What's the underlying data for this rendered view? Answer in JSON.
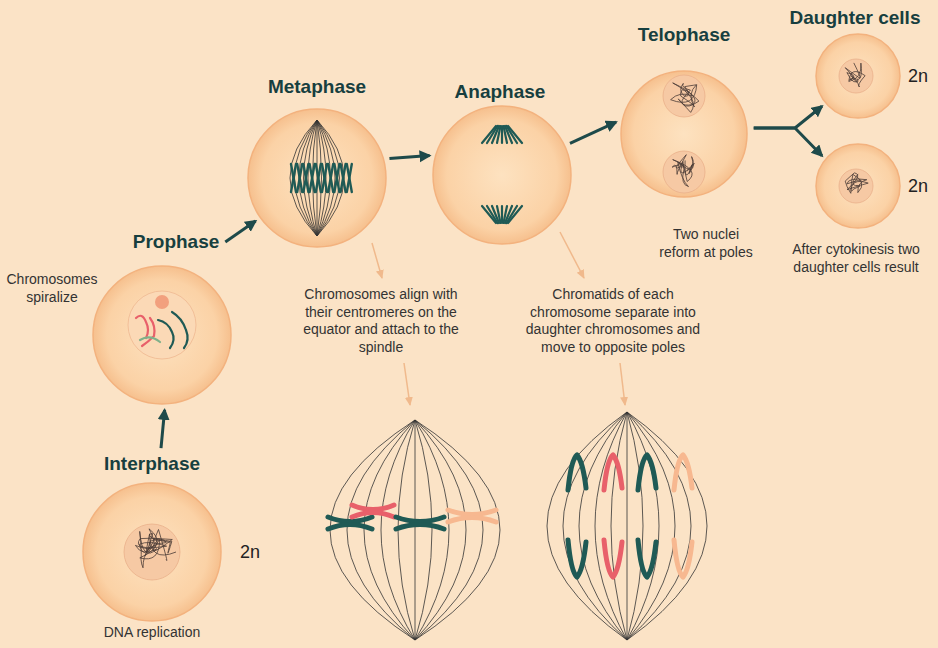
{
  "diagram": {
    "nodes": [
      {
        "text": [
          "Interphase",
          "2n",
          "DNA replication"
        ]
      },
      {
        "text": [
          "Prophase",
          "Chromosomes spiralize"
        ]
      },
      {
        "text": [
          "Metaphase"
        ]
      },
      {
        "text": [
          "Anaphase"
        ]
      },
      {
        "text": [
          "Telophase",
          "Two nuclei reform at poles"
        ]
      },
      {
        "text": [
          "2n"
        ]
      },
      {
        "text": [
          "2n"
        ]
      }
    ],
    "edges": [
      {
        "from": 0,
        "to": 1,
        "arrow": "to"
      },
      {
        "from": 1,
        "to": 2,
        "arrow": "to"
      },
      {
        "from": 2,
        "to": 3,
        "arrow": "to"
      },
      {
        "from": 3,
        "to": 4,
        "arrow": "to"
      },
      {
        "from": 4,
        "to": 5,
        "arrow": "to"
      },
      {
        "from": 4,
        "to": 6,
        "arrow": "to"
      }
    ],
    "labels": [
      "Chromosomes align with their centromeres on the equator and attach to the spindle",
      "Chromatids of each chromosome separate into daughter chromosomes and move to opposite poles",
      "Daughter cells",
      "After cytokinesis two daughter cells result"
    ]
  }
}
